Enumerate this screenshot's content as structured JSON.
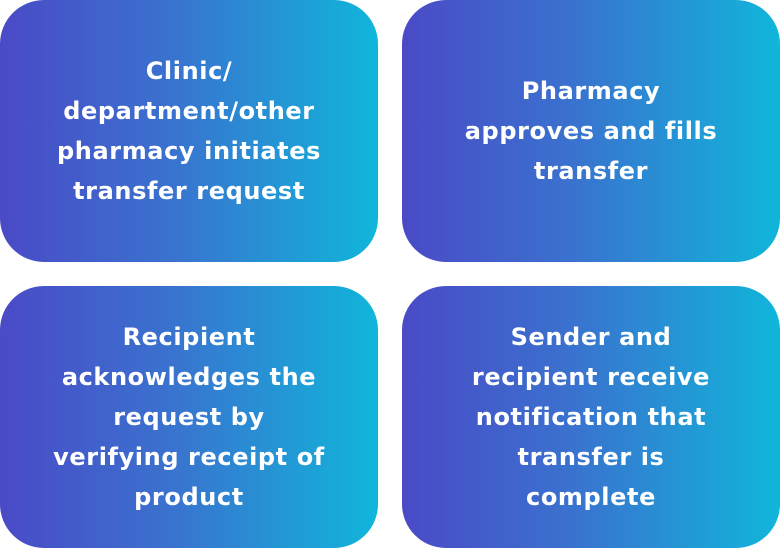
{
  "steps": [
    {
      "text": "Clinic/\ndepartment/other\npharmacy initiates\ntransfer request"
    },
    {
      "text": "Pharmacy\napproves and fills\ntransfer"
    },
    {
      "text": "Recipient\nacknowledges the\nrequest by\nverifying receipt of\nproduct"
    },
    {
      "text": "Sender and\nrecipient receive\nnotification that\ntransfer is\ncomplete"
    }
  ],
  "colors": {
    "gradient_start": "#4a4ac6",
    "gradient_mid": "#3a72cf",
    "gradient_end": "#10b6da",
    "text": "#ffffff"
  }
}
